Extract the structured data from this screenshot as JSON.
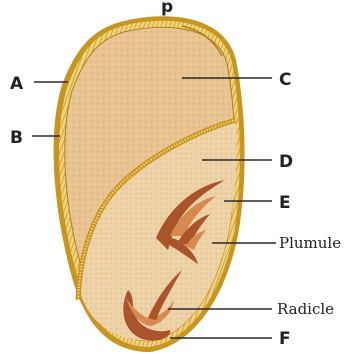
{
  "diagram": {
    "top_partial_text": "p",
    "labels": {
      "a": "A",
      "b": "B",
      "c": "C",
      "d": "D",
      "e": "E",
      "f": "F",
      "plumule": "Plumule",
      "radicle": "Radicle"
    },
    "colors": {
      "seed_coat_outer": "#c8961f",
      "seed_coat_band": "#e8c14f",
      "endosperm": "#e7c491",
      "cotyledon": "#ecd2a6",
      "embryo_axis": "#a9542b",
      "embryo_axis_light": "#d7894f",
      "leader_lines": "#2a2a2a"
    }
  }
}
